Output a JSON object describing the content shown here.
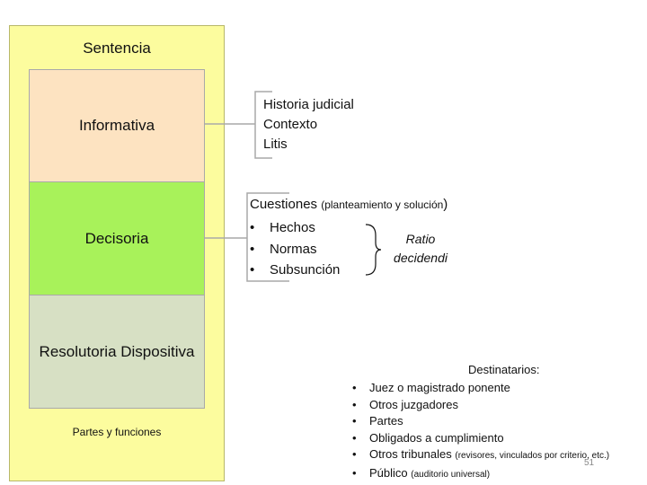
{
  "diagram": {
    "title": "Sentencia",
    "sections": [
      "Informativa",
      "Decisoria",
      "Resolutoria Dispositiva"
    ],
    "footer": "Partes y funciones"
  },
  "informativa_items": [
    "Historia judicial",
    "Contexto",
    "Litis"
  ],
  "decisoria": {
    "heading": "Cuestiones",
    "heading_note": "(planteamiento y solución",
    "heading_close": ")",
    "items": [
      "Hechos",
      "Normas",
      "Subsunción"
    ],
    "ratio_line1": "Ratio",
    "ratio_line2": "decidendi"
  },
  "destinatarios": {
    "title": "Destinatarios:",
    "items": [
      {
        "main": "Juez o magistrado ponente",
        "note": ""
      },
      {
        "main": "Otros juzgadores",
        "note": ""
      },
      {
        "main": "Partes",
        "note": ""
      },
      {
        "main": "Obligados a cumplimiento",
        "note": ""
      },
      {
        "main": "Otros tribunales",
        "note": "(revisores, vinculados por criterio, etc.)"
      },
      {
        "main": "Público",
        "note": "(auditorio universal)"
      }
    ]
  },
  "page_number": "51",
  "colors": {
    "outer_bg": "#fcfc9e",
    "informativa_bg": "#fde3c1",
    "decisoria_bg": "#a8f25a",
    "resolutoria_bg": "#d7e0c4"
  }
}
